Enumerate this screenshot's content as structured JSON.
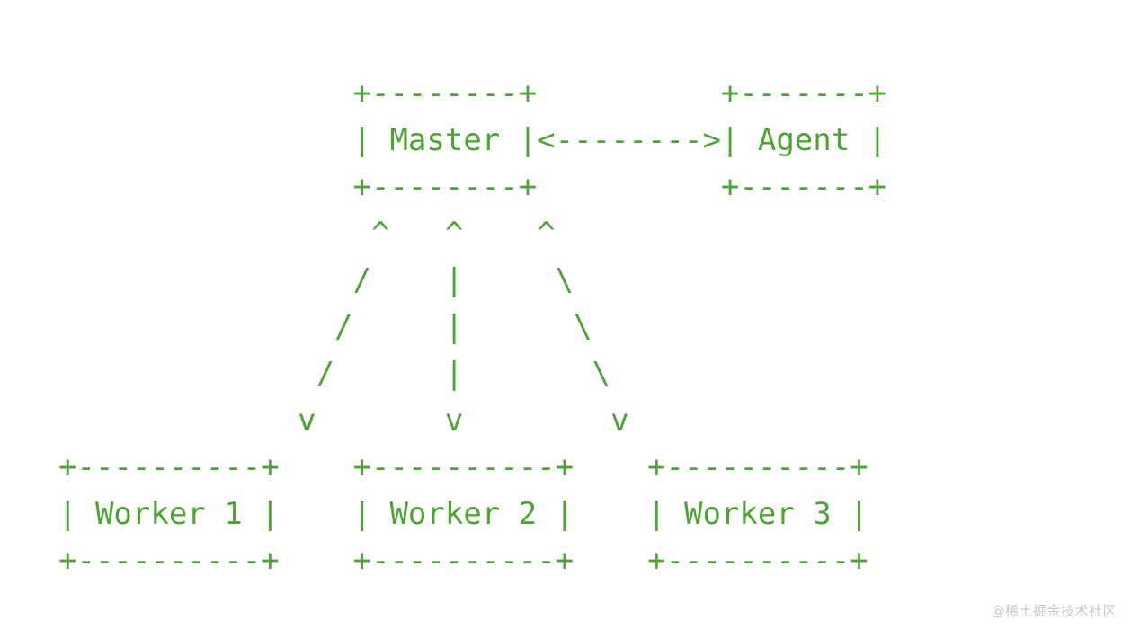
{
  "diagram": {
    "type": "ascii-architecture-diagram",
    "description": "Master-Agent-Worker cluster topology drawn in ASCII art",
    "text_color": "#4ca434",
    "background_color": "#ffffff",
    "nodes": {
      "master": {
        "label": "Master",
        "box_top": "+--------+",
        "box_mid": "| Master |",
        "box_bottom": "+--------+"
      },
      "agent": {
        "label": "Agent",
        "box_top": "+-------+",
        "box_mid": "| Agent |",
        "box_bottom": "+-------+"
      },
      "worker1": {
        "label": "Worker 1",
        "box_top": "+----------+",
        "box_mid": "| Worker 1 |",
        "box_bottom": "+----------+"
      },
      "worker2": {
        "label": "Worker 2",
        "box_top": "+----------+",
        "box_mid": "| Worker 2 |",
        "box_bottom": "+----------+"
      },
      "worker3": {
        "label": "Worker 3",
        "box_top": "+----------+",
        "box_mid": "| Worker 3 |",
        "box_bottom": "+----------+"
      }
    },
    "connectors": {
      "master_agent": "<-------->",
      "master_agent_bidirectional": true,
      "caret_row": "^   ^    ^",
      "branch_left": "/",
      "branch_middle": "|",
      "branch_right": "\\",
      "arrowhead_down": "v"
    },
    "ascii": "                +--------+          +-------+\n                | Master |<-------->| Agent |\n                +--------+          +-------+\n                 ^   ^    ^\n                /    |     \\\n               /     |      \\\n              /      |       \\\n             v       v        v\n+----------+    +----------+    +----------+\n| Worker 1 |    | Worker 2 |    | Worker 3 |\n+----------+    +----------+    +----------+"
  },
  "watermark": {
    "text": "@稀土掘金技术社区"
  }
}
